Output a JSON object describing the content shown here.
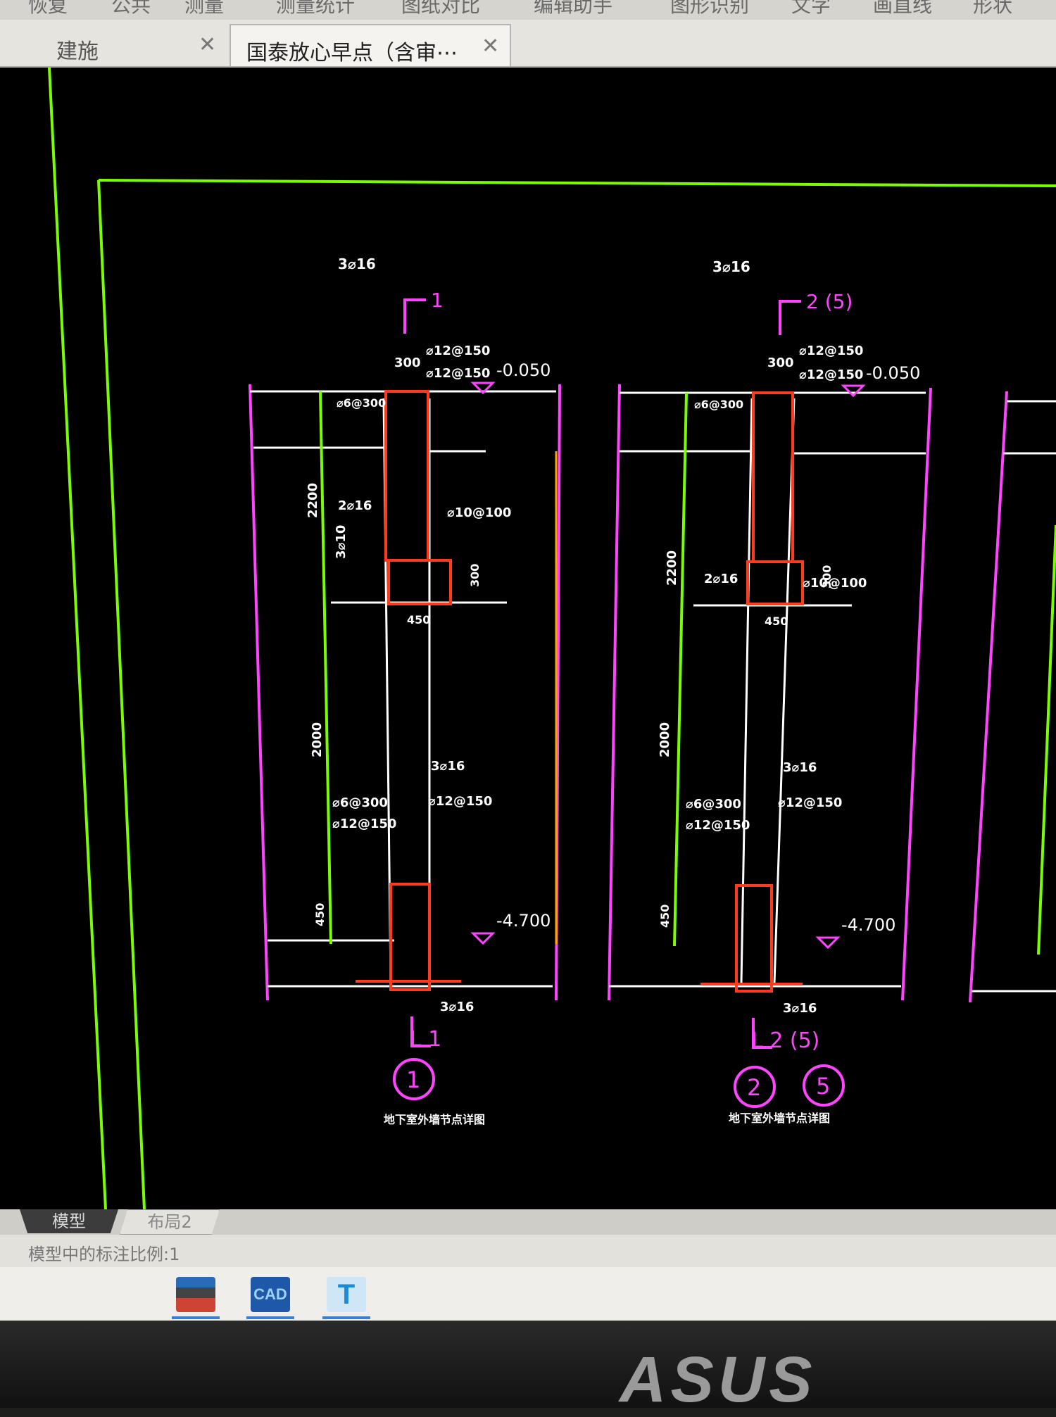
{
  "menu": {
    "items": [
      "恢复",
      "公共",
      "测量",
      "测量统计",
      "图纸对比",
      "编辑助手",
      "图形识别",
      "文字",
      "画直线",
      "形状"
    ]
  },
  "tabs": [
    {
      "label": "建施",
      "active": false
    },
    {
      "label": "国泰放心早点（含审⋯",
      "active": true
    }
  ],
  "drawing": {
    "top_rebar": "3⌀16",
    "section_marks": [
      "1",
      "2 (5)"
    ],
    "dims_top": [
      "300",
      "⌀12@150",
      "⌀12@150",
      "-0.050",
      "⌀6@300"
    ],
    "dims_mid": [
      "2⌀16",
      "3⌀10",
      "⌀10@100",
      "300",
      "450",
      "2200"
    ],
    "dims_low": [
      "3⌀16",
      "⌀12@150",
      "⌀6@300",
      "⌀12@150",
      "2000",
      "450",
      "-4.700"
    ],
    "bottom_rebar": "3⌀16",
    "detail_labels": [
      "L 1",
      "L 2 (5)"
    ],
    "detail_numbers": [
      "1",
      "2",
      "5"
    ],
    "captions": [
      "地下室外墙节点详图",
      "地下室外墙节点详图"
    ]
  },
  "layout_tabs": [
    "模型",
    "布局2"
  ],
  "status": {
    "text": "模型中的标注比例:1"
  },
  "taskbar": {
    "icons": [
      "winrar-icon",
      "cad-icon",
      "text-editor-icon"
    ],
    "cad_label": "CAD",
    "t_label": "T"
  },
  "brand": "ASUS",
  "colors": {
    "frame": "#7cfc00",
    "concrete": "#ff3b1f",
    "wall": "#ff44ff",
    "annot": "#ffa500"
  }
}
